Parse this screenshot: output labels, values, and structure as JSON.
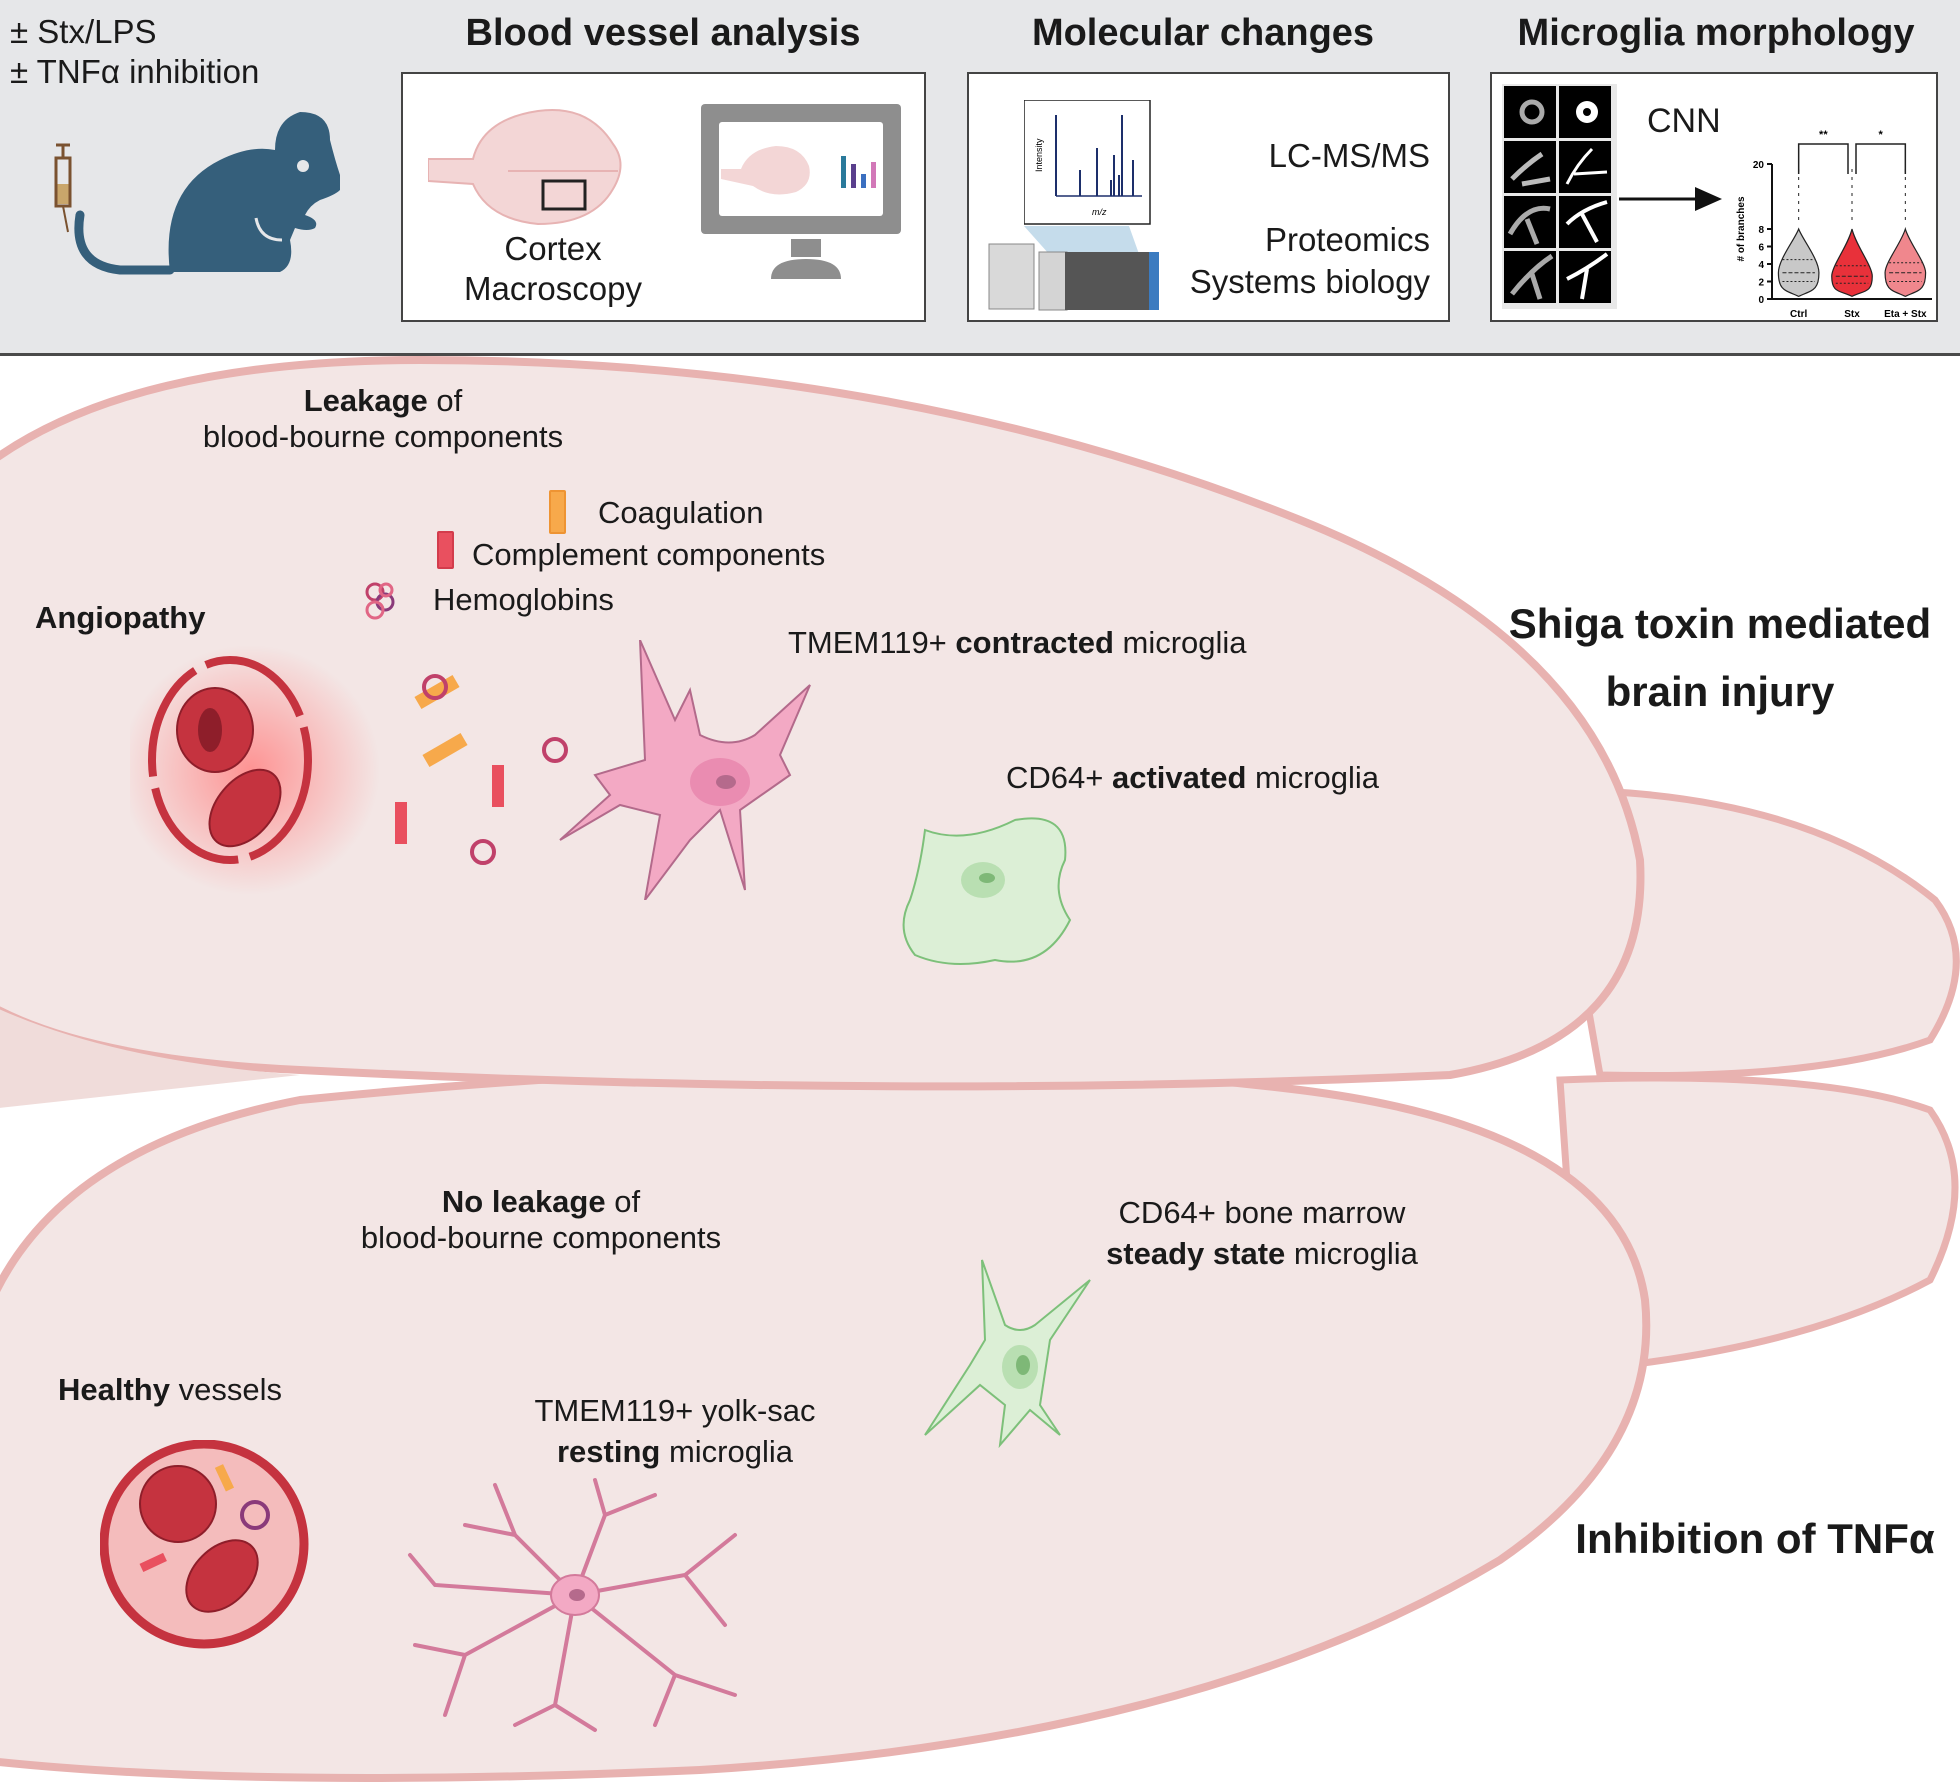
{
  "header": {
    "treatments": [
      "± Stx/LPS",
      "± TNFα inhibition"
    ],
    "icons": {
      "animal": "mouse-icon",
      "injection": "syringe-icon"
    },
    "panels": [
      {
        "title": "Blood vessel analysis",
        "labels": [
          "Cortex",
          "Macroscopy"
        ],
        "icons": [
          "brain-icon",
          "monitor-icon"
        ]
      },
      {
        "title": "Molecular changes",
        "spectrum": {
          "ylabel": "Intensity",
          "xlabel": "m/z"
        },
        "labels": [
          "LC-MS/MS",
          "Proteomics",
          "Systems biology"
        ],
        "icons": [
          "mass-spectrometer-icon",
          "spectrum-plot-icon"
        ]
      },
      {
        "title": "Microglia morphology",
        "method_label": "CNN",
        "icons": [
          "microglia-image-grid",
          "arrow-right-icon",
          "violin-plot"
        ]
      }
    ]
  },
  "chart_data": {
    "type": "violin",
    "title": "",
    "xlabel": "",
    "ylabel": "# of branches",
    "categories": [
      "Ctrl",
      "Stx",
      "Eta + Stx"
    ],
    "yticks": [
      0,
      2,
      4,
      6,
      8,
      20
    ],
    "ylim": [
      0,
      20
    ],
    "axis_break": [
      8,
      20
    ],
    "series": [
      {
        "name": "Ctrl",
        "color": "#c8c8c8",
        "q1": 2,
        "median": 3,
        "q3": 4.5,
        "min": 0.3,
        "max": 8
      },
      {
        "name": "Stx",
        "color": "#e8313a",
        "q1": 1.8,
        "median": 2.6,
        "q3": 3.8,
        "min": 0.3,
        "max": 8
      },
      {
        "name": "Eta + Stx",
        "color": "#f0878d",
        "q1": 2,
        "median": 3,
        "q3": 4.15,
        "min": 0.3,
        "max": 8
      }
    ],
    "significance": [
      {
        "pair": [
          "Ctrl",
          "Stx"
        ],
        "label": "**"
      },
      {
        "pair": [
          "Stx",
          "Eta + Stx"
        ],
        "label": "*"
      }
    ]
  },
  "injury": {
    "leakage": {
      "bold": "Leakage",
      "rest": " of",
      "line2": "blood-bourne components"
    },
    "legend": [
      {
        "label": "Coagulation",
        "color": "#f7a94b",
        "icon": "coagulation-factor-icon"
      },
      {
        "label": "Complement components",
        "color": "#e9505f",
        "icon": "complement-component-icon"
      },
      {
        "label": "Hemoglobins",
        "color": "#c0416a",
        "icon": "hemoglobin-icon"
      }
    ],
    "angiopathy": "Angiopathy",
    "contracted": {
      "pre": "TMEM119+ ",
      "bold": "contracted",
      "post": " microglia"
    },
    "activated": {
      "pre": "CD64+ ",
      "bold": "activated",
      "post": " microglia"
    },
    "title_lines": [
      "Shiga toxin mediated",
      "brain injury"
    ]
  },
  "inhibition": {
    "no_leakage": {
      "bold": "No leakage",
      "rest": " of",
      "line2": "blood-bourne components"
    },
    "steady": {
      "line1": "CD64+ bone marrow",
      "bold": "steady state",
      "post": " microglia"
    },
    "healthy": {
      "bold": "Healthy",
      "rest": " vessels"
    },
    "resting": {
      "line1": "TMEM119+ yolk-sac",
      "bold": "resting",
      "post": " microglia"
    },
    "title": "Inhibition of TNFα"
  },
  "colors": {
    "header_bg": "#e6e7e9",
    "mouse": "#355f7b",
    "brain_fill": "#f3e6e5",
    "brain_outline": "#e8b2b0",
    "vessel": "#c5333f",
    "microglia_pink": "#f3a9c4",
    "microglia_green": "#dcefd6"
  }
}
